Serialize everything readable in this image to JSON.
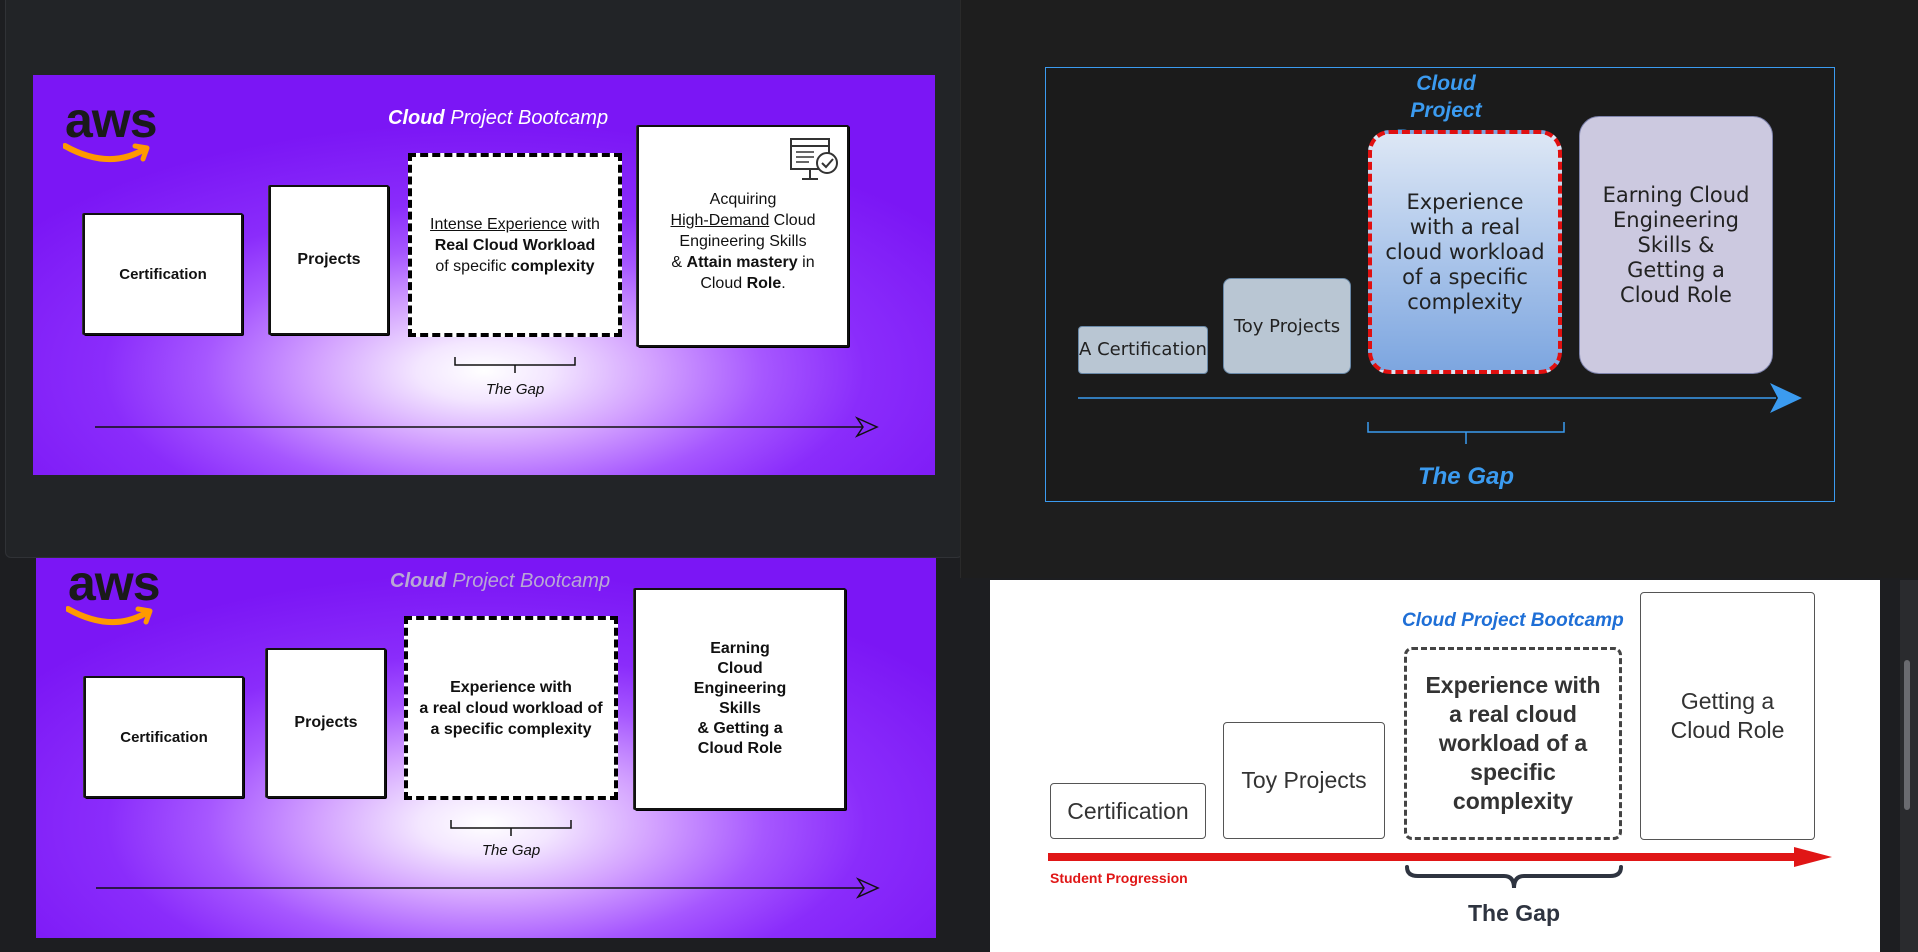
{
  "slide1": {
    "logo_text": "aws",
    "title_bold": "Cloud",
    "title_rest": " Project Bootcamp",
    "box_certification": "Certification",
    "box_projects": "Projects",
    "gap_line1_u": "Intense Experience",
    "gap_line1_rest": " with",
    "gap_line2": "Real Cloud Workload",
    "gap_line3_a": "of specific ",
    "gap_line3_b": "complexity",
    "right_line1": "Acquiring",
    "right_line2_u": "High-Demand",
    "right_line2_rest": " Cloud",
    "right_line3": "Engineering Skills",
    "right_line4_a": "& ",
    "right_line4_b": "Attain mastery",
    "right_line4_c": " in",
    "right_line5_a": "Cloud ",
    "right_line5_b": "Role",
    "right_line5_c": ".",
    "gap_label": "The Gap"
  },
  "slide2": {
    "title": "Cloud Project Bootcamp",
    "box_certification": "A Certification",
    "box_projects": "Toy Projects",
    "box_gap": "Experience with a real cloud workload of a specific complexity",
    "box_right": "Earning Cloud Engineering Skills & Getting a Cloud Role",
    "gap_label": "The Gap"
  },
  "slide3": {
    "logo_text": "aws",
    "title_bold": "Cloud",
    "title_rest": " Project Bootcamp",
    "box_certification": "Certification",
    "box_projects": "Projects",
    "gap_line1": "Experience with",
    "gap_line2": "a real cloud workload of",
    "gap_line3": "a specific complexity",
    "right_line1": "Earning",
    "right_line2": "Cloud",
    "right_line3": "Engineering",
    "right_line4": "Skills",
    "right_line5": "& Getting a",
    "right_line6": "Cloud Role",
    "gap_label": "The Gap"
  },
  "slide4": {
    "title": "Cloud Project Bootcamp",
    "box_certification": "Certification",
    "box_projects": "Toy Projects",
    "box_gap": "Experience with a real cloud workload of a specific complexity",
    "box_right": "Getting a Cloud Role",
    "progression_label": "Student Progression",
    "gap_label": "The Gap"
  },
  "colors": {
    "purple": "#7b16f5",
    "aws_orange": "#ff9900",
    "blue_accent": "#3b9bf0",
    "red_dash": "#e01010",
    "progression_red": "#e01616",
    "cpb_blue": "#1f6fd6"
  }
}
